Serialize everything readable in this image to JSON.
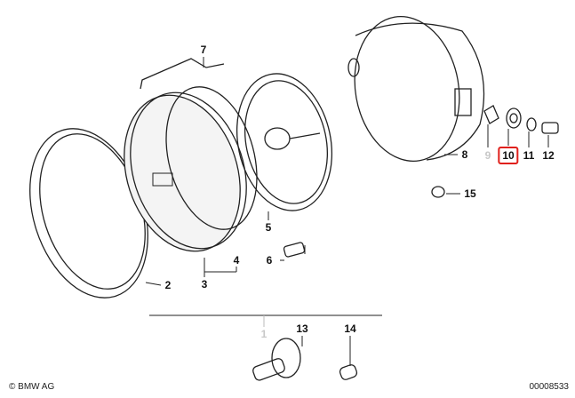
{
  "diagram": {
    "parts": [
      {
        "number": "1",
        "muted": true
      },
      {
        "number": "2"
      },
      {
        "number": "3"
      },
      {
        "number": "4"
      },
      {
        "number": "5"
      },
      {
        "number": "6"
      },
      {
        "number": "7"
      },
      {
        "number": "8"
      },
      {
        "number": "9",
        "muted": true
      },
      {
        "number": "10",
        "selected": true
      },
      {
        "number": "11"
      },
      {
        "number": "12"
      },
      {
        "number": "13"
      },
      {
        "number": "14"
      },
      {
        "number": "15"
      }
    ],
    "selected_part": "10",
    "highlight_color": "#e0201b"
  },
  "footer": {
    "copyright": "© BMW AG",
    "diagram_id": "00008533"
  }
}
